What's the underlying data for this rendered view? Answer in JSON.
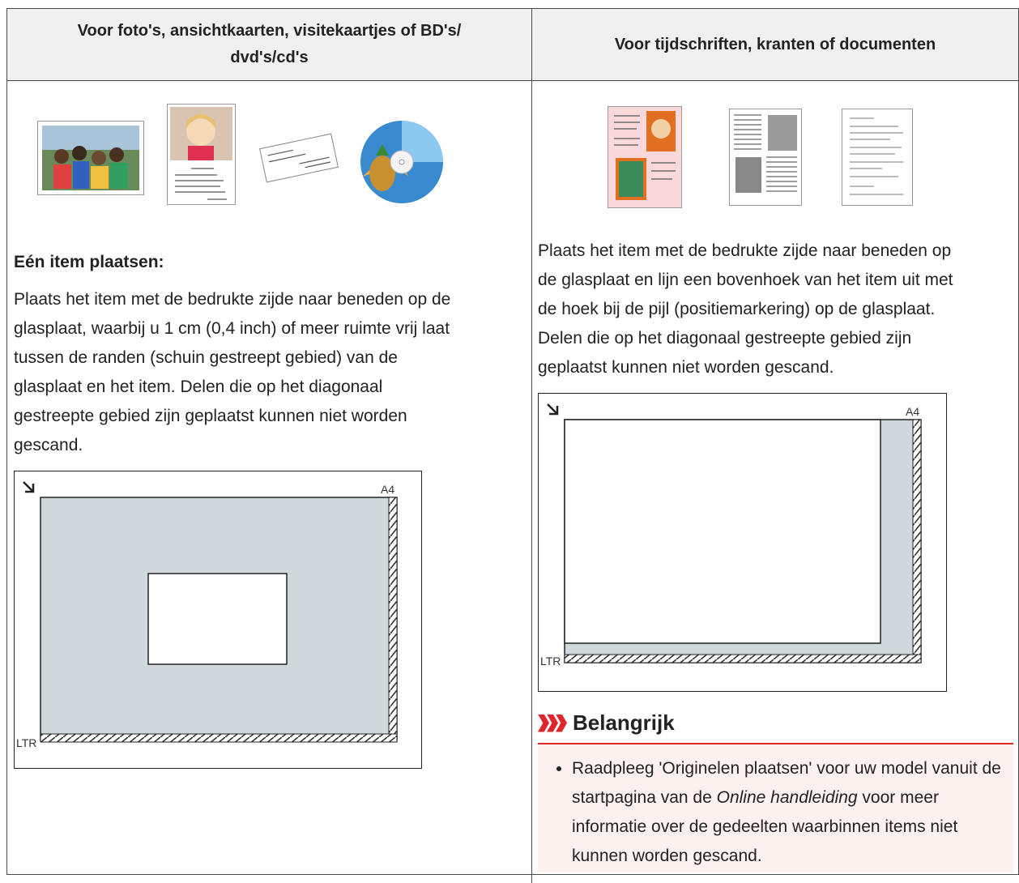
{
  "table": {
    "header_left": "Voor foto's, ansichtkaarten, visitekaartjes of BD's/ dvd's/cd's",
    "header_left_line1": "Voor foto's, ansichtkaarten, visitekaartjes of BD's/",
    "header_left_line2": "dvd's/cd's",
    "header_right": "Voor tijdschriften, kranten of documenten"
  },
  "left": {
    "thumbnails": [
      "photo-icon",
      "postcard-icon",
      "business-card-icon",
      "disc-icon"
    ],
    "subheading": "Eén item plaatsen:",
    "paragraph_lines": [
      "Plaats het item met de bedrukte zijde naar beneden op de",
      "glasplaat, waarbij u 1 cm (0,4 inch) of meer ruimte vrij laat",
      "tussen de randen (schuin gestreept gebied) van de",
      "glasplaat en het item. Delen die op het diagonaal",
      "gestreepte gebied zijn geplaatst kunnen niet worden",
      "gescand."
    ],
    "diagram": {
      "label_a4": "A4",
      "label_ltr": "LTR"
    }
  },
  "right": {
    "thumbnails": [
      "magazine-icon",
      "newspaper-icon",
      "document-icon"
    ],
    "paragraph_lines": [
      "Plaats het item met de bedrukte zijde naar beneden op",
      "de glasplaat en lijn een bovenhoek van het item uit met",
      "de hoek bij de pijl (positiemarkering) op de glasplaat.",
      "Delen die op het diagonaal gestreepte gebied zijn",
      "geplaatst kunnen niet worden gescand."
    ],
    "diagram": {
      "label_a4": "A4",
      "label_ltr": "LTR"
    },
    "important": {
      "title": "Belangrijk",
      "text_before": "Raadpleeg 'Originelen plaatsen' voor uw model vanuit de startpagina van de ",
      "text_italic": "Online handleiding",
      "text_after": " voor meer informatie over de gedeelten waarbinnen items niet kunnen worden gescand.",
      "accent_color": "#e0262c",
      "background_color": "#fdf1ef"
    }
  }
}
